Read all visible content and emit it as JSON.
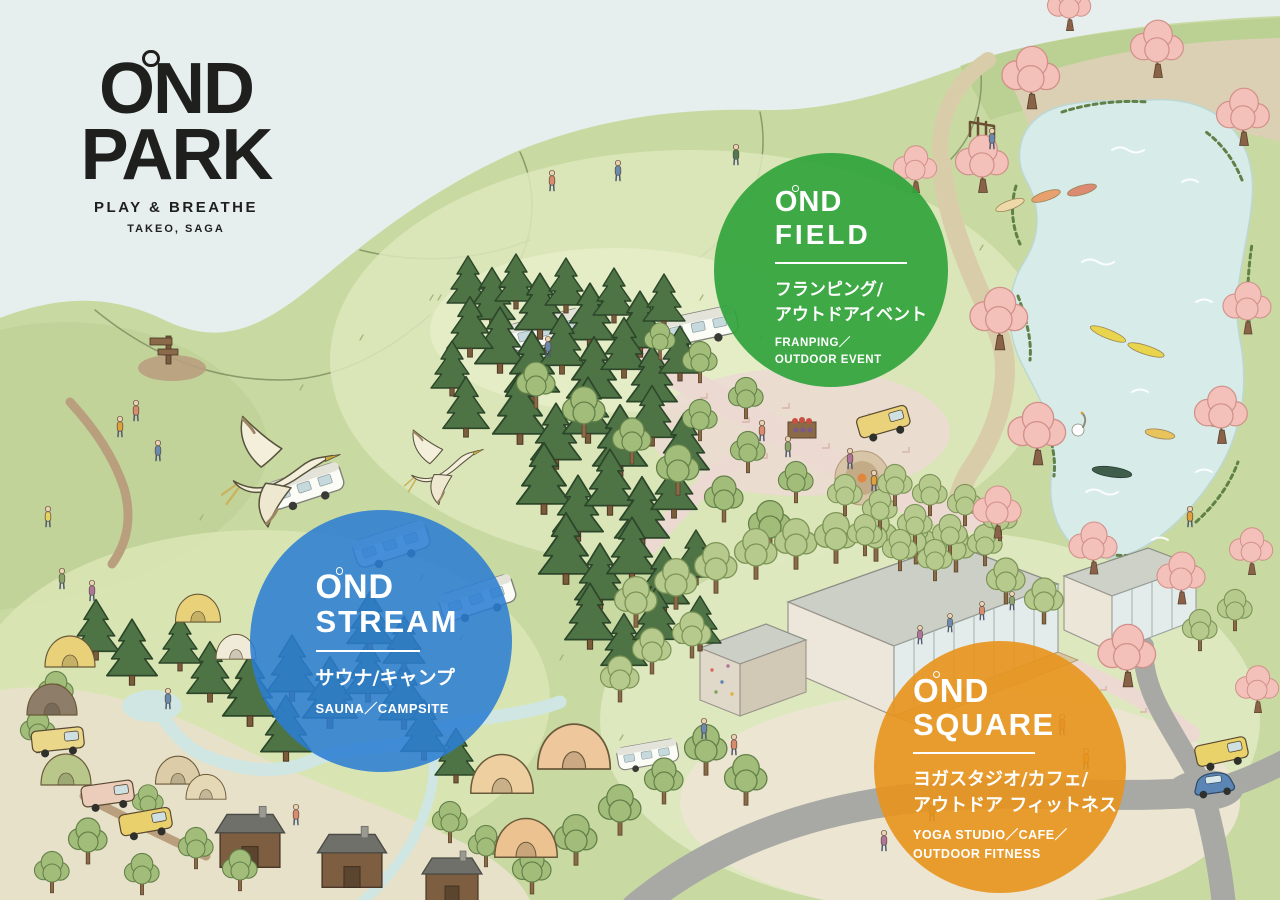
{
  "logo": {
    "word_o": "O",
    "word_nd": "ND",
    "word_park": "PARK",
    "tagline": "PLAY & BREATHE",
    "location": "TAKEO, SAGA",
    "ink": "#1f1f1d"
  },
  "areas": [
    {
      "id": "field",
      "brand_o": "O",
      "brand_nd": "ND",
      "name": "FIELD",
      "jp_lines": [
        "フランピング/",
        "アウトドアイベント"
      ],
      "en_lines": [
        "FRANPING／",
        "OUTDOOR EVENT"
      ],
      "color": "#31a43c"
    },
    {
      "id": "stream",
      "brand_o": "O",
      "brand_nd": "ND",
      "name": "STREAM",
      "jp_lines": [
        "サウナ/キャンプ"
      ],
      "en_lines": [
        "SAUNA／CAMPSITE"
      ],
      "color": "#2b7dd2"
    },
    {
      "id": "square",
      "brand_o": "O",
      "brand_nd": "ND",
      "name": "SQUARE",
      "jp_lines": [
        "ヨガスタジオ/カフェ/",
        "アウトドア フィットネス"
      ],
      "en_lines": [
        "YOGA STUDIO／CAFE／",
        "OUTDOOR FITNESS"
      ],
      "color": "#e8941c"
    }
  ]
}
